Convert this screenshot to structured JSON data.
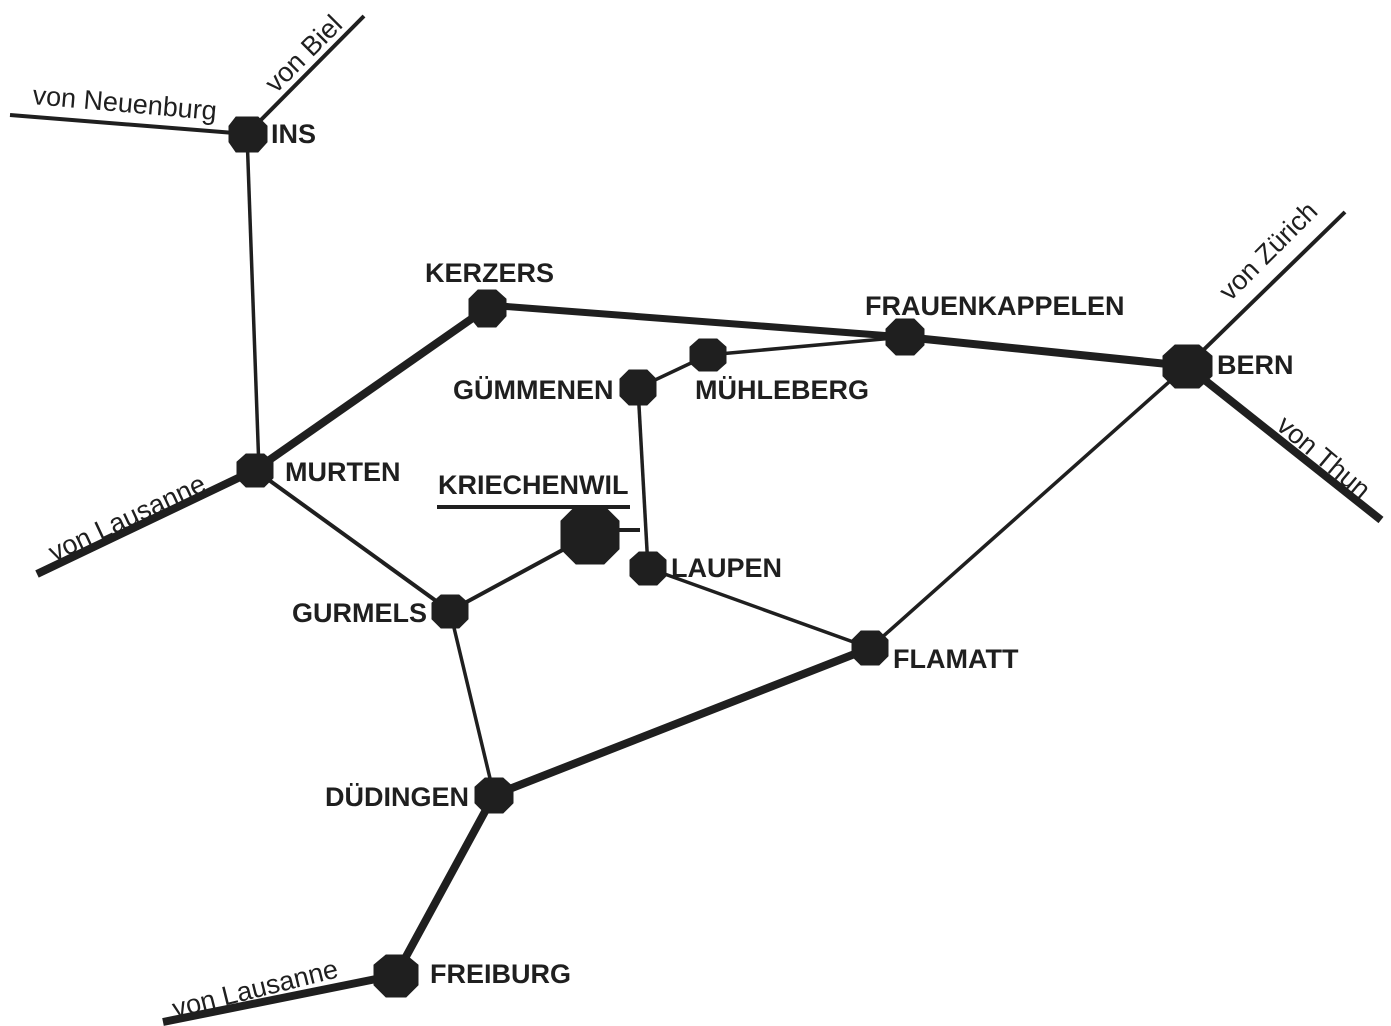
{
  "map": {
    "highlighted_station": "KRIECHENWIL",
    "stations": [
      {
        "id": "ins",
        "name": "INS"
      },
      {
        "id": "kerzers",
        "name": "KERZERS"
      },
      {
        "id": "frauenkappelen",
        "name": "FRAUENKAPPELEN"
      },
      {
        "id": "bern",
        "name": "BERN"
      },
      {
        "id": "guemmenen",
        "name": "GÜMMENEN"
      },
      {
        "id": "muehleberg",
        "name": "MÜHLEBERG"
      },
      {
        "id": "murten",
        "name": "MURTEN"
      },
      {
        "id": "kriechenwil",
        "name": "KRIECHENWIL"
      },
      {
        "id": "laupen",
        "name": "LAUPEN"
      },
      {
        "id": "gurmels",
        "name": "GURMELS"
      },
      {
        "id": "flamatt",
        "name": "FLAMATT"
      },
      {
        "id": "duedingen",
        "name": "DÜDINGEN"
      },
      {
        "id": "freiburg",
        "name": "FREIBURG"
      }
    ],
    "incoming_lines": [
      {
        "id": "von-biel",
        "label": "von Biel"
      },
      {
        "id": "von-neuenburg",
        "label": "von Neuenburg"
      },
      {
        "id": "von-lausanne-murten",
        "label": "von Lausanne"
      },
      {
        "id": "von-zuerich",
        "label": "von Zürich"
      },
      {
        "id": "von-thun",
        "label": "von Thun"
      },
      {
        "id": "von-lausanne-freiburg",
        "label": "von Lausanne"
      }
    ],
    "colors": {
      "ink": "#1f1f1f",
      "background": "#ffffff"
    }
  }
}
